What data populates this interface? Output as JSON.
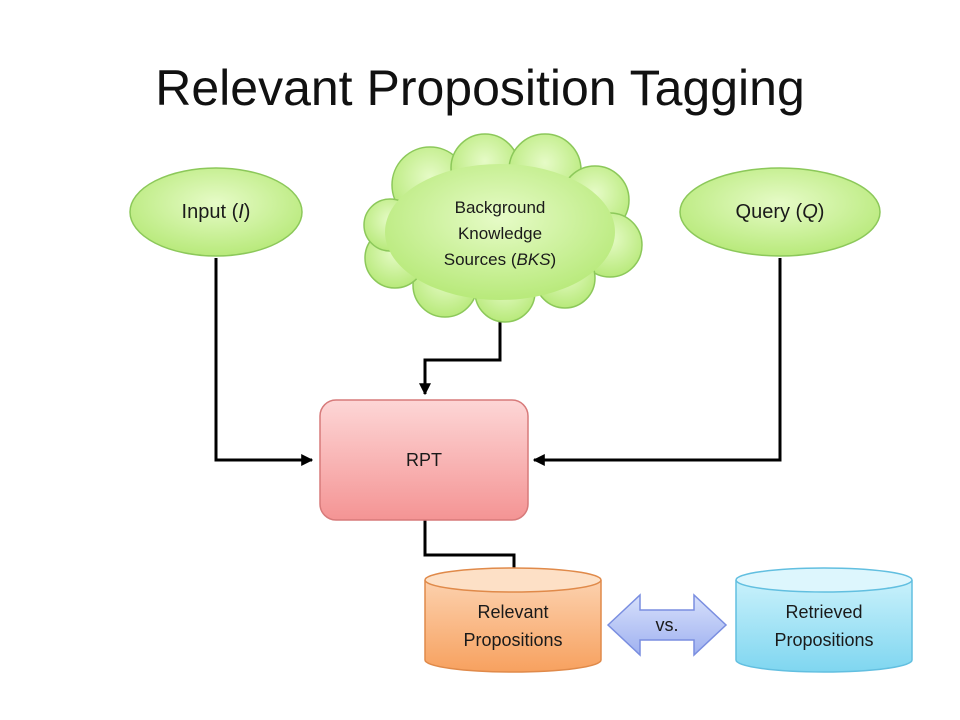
{
  "title": "Relevant Proposition Tagging",
  "nodes": {
    "input": {
      "label": "Input (",
      "var": "I",
      "close": ")"
    },
    "bks": {
      "line1": "Background",
      "line2": "Knowledge",
      "line3_pre": "Sources (",
      "var": "BKS",
      "close": ")"
    },
    "query": {
      "label": "Query  (",
      "var": "Q",
      "close": ")"
    },
    "rpt": {
      "label": "RPT"
    },
    "relevant": {
      "line1": "Relevant",
      "line2": "Propositions"
    },
    "retrieved": {
      "line1": "Retrieved",
      "line2": "Propositions"
    },
    "versus": {
      "label": "vs."
    }
  },
  "colors": {
    "green_fill": "#c8f08c",
    "green_edge": "#8cc85a",
    "red_fill": "#f7a8a8",
    "red_edge": "#d77a7a",
    "orange_fill": "#f9b47a",
    "orange_edge": "#e08a4a",
    "blue_fill": "#a6e4f6",
    "blue_edge": "#62bfe0",
    "arrow_fill": "#b8c6f6",
    "arrow_edge": "#7a8ee0",
    "connector": "#000000"
  }
}
